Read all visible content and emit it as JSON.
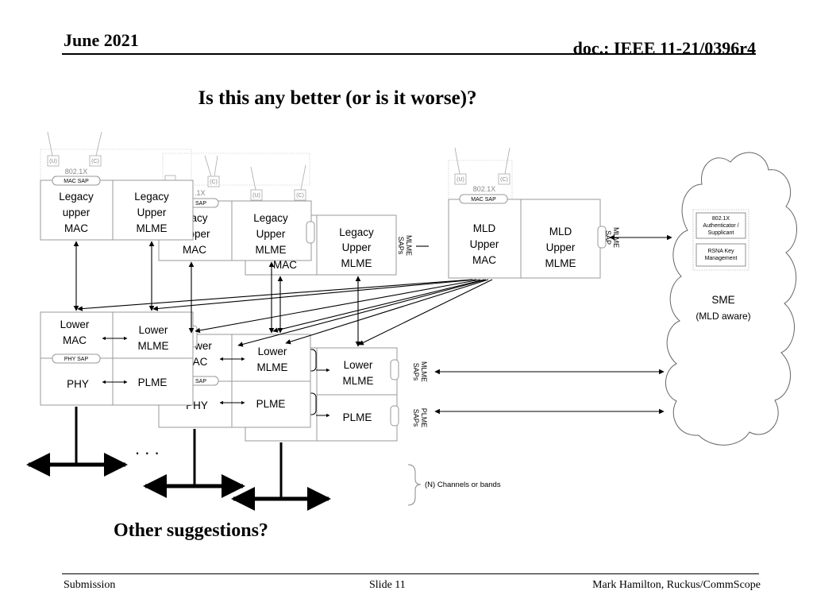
{
  "header": {
    "date": "June 2021",
    "doc": "doc.: IEEE 11-21/0396r4"
  },
  "title": "Is this any better (or is it worse)?",
  "footer": {
    "left": "Submission",
    "center": "Slide 11",
    "right": "Mark Hamilton, Ruckus/CommScope"
  },
  "other_suggestions": "Other suggestions?",
  "diagram": {
    "port_u": "(U)",
    "port_c": "(C)",
    "label_8021x": "802.1X",
    "mac_sap": "MAC SAP",
    "sap_fragment": "SAP",
    "fragment_8021x": ".1X",
    "phy_sap": "PHY SAP",
    "legacy_upper_mac": [
      "Legacy",
      "upper",
      "MAC"
    ],
    "legacy_upper_mac_fragment": [
      "acy",
      "pper",
      "MAC"
    ],
    "legacy_upper_mlme": [
      "Legacy",
      "Upper",
      "MLME"
    ],
    "mac_fragment": "MAC",
    "mld_upper_mac": [
      "MLD",
      "Upper",
      "MAC"
    ],
    "mld_upper_mlme": [
      "MLD",
      "Upper",
      "MLME"
    ],
    "mlme_saps": [
      "MLME",
      "SAPs"
    ],
    "mlme_sap": [
      "MLME",
      "SAP"
    ],
    "plme_saps": [
      "PLME",
      "SAPs"
    ],
    "lower_mac": [
      "Lower",
      "MAC"
    ],
    "lower_mac_fragment": [
      "wer",
      "AC"
    ],
    "lower_mlme": [
      "Lower",
      "MLME"
    ],
    "phy": "PHY",
    "plme": "PLME",
    "ellipsis": ". . .",
    "sme_title": "SME",
    "sme_sub": "(MLD aware)",
    "authenticator": [
      "802.1X",
      "Authenticator /",
      "Supplicant"
    ],
    "rsna_key": [
      "RSNA Key",
      "Management"
    ],
    "channels_note": "(N) Channels or bands"
  }
}
